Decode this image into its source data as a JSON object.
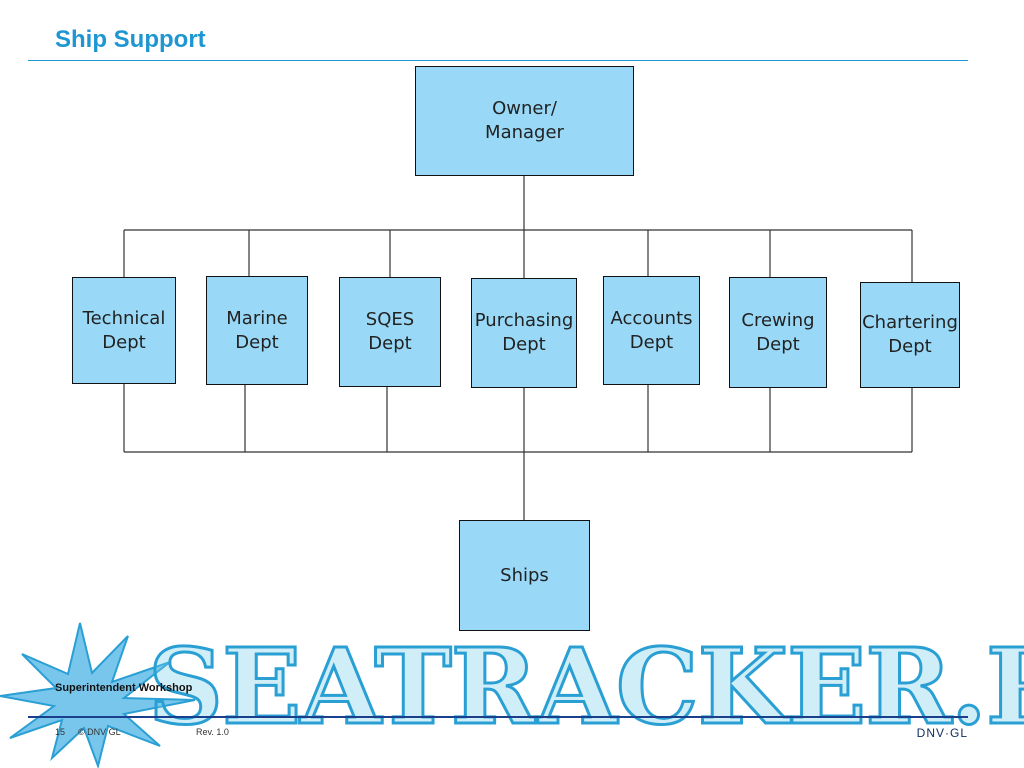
{
  "title": "Ship Support",
  "nodes": {
    "owner": "Owner/\nManager",
    "technical": "Technical\nDept",
    "marine": "Marine\nDept",
    "sqes": "SQES\nDept",
    "purchasing": "Purchasing\nDept",
    "accounts": "Accounts\nDept",
    "crewing": "Crewing\nDept",
    "chartering": "Chartering\nDept",
    "ships": "Ships"
  },
  "footer": {
    "workshop": "Superintendent Workshop",
    "page_number": "15",
    "copyright": "© DNV GL",
    "revision": "Rev. 1.0",
    "brand": "DNV·GL"
  },
  "watermark": {
    "text": "SEATRACKER.RU"
  },
  "colors": {
    "title": "#1e96d2",
    "box_fill": "#99d9f7",
    "footer_rule": "#1a3f8c"
  }
}
